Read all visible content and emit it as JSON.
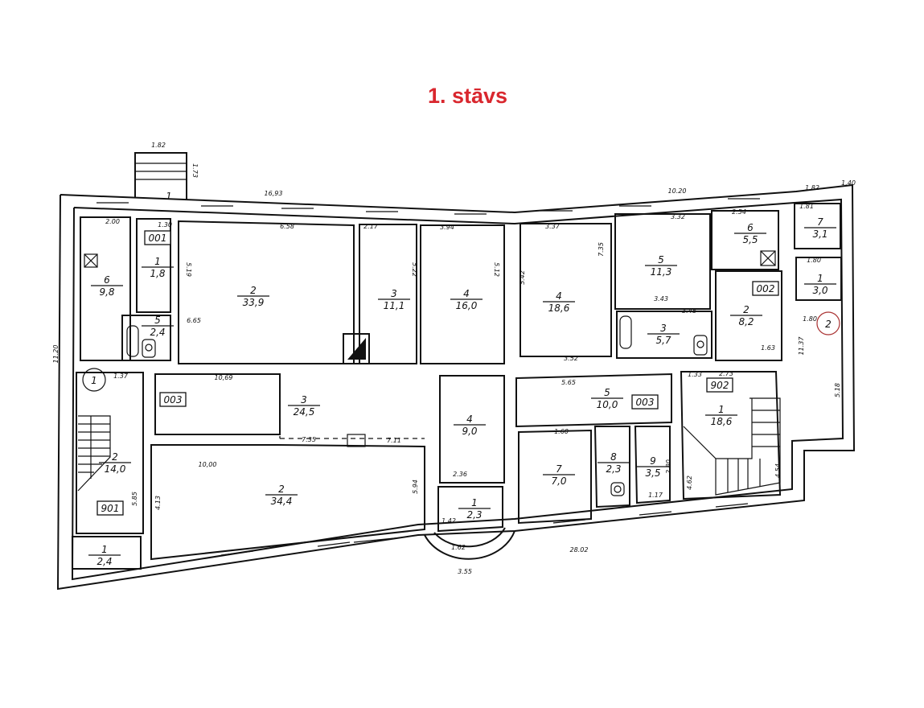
{
  "title": "1. stāvs",
  "rooms": [
    {
      "num": "6",
      "area": "9,8"
    },
    {
      "num": "1",
      "area": "1,8"
    },
    {
      "num": "5",
      "area": "2,4"
    },
    {
      "num": "2",
      "area": "33,9"
    },
    {
      "num": "3",
      "area": "11,1"
    },
    {
      "num": "4",
      "area": "16,0"
    },
    {
      "num": "4",
      "area": "18,6"
    },
    {
      "num": "5",
      "area": "11,3"
    },
    {
      "num": "3",
      "area": "5,7"
    },
    {
      "num": "6",
      "area": "5,5"
    },
    {
      "num": "7",
      "area": "3,1"
    },
    {
      "num": "1",
      "area": "3,0"
    },
    {
      "num": "2",
      "area": "8,2"
    },
    {
      "num": "2",
      "area": "14,0"
    },
    {
      "num": "1",
      "area": "2,4"
    },
    {
      "num": "3",
      "area": "24,5"
    },
    {
      "num": "2",
      "area": "34,4"
    },
    {
      "num": "4",
      "area": "9,0"
    },
    {
      "num": "1",
      "area": "2,3"
    },
    {
      "num": "5",
      "area": "10,0"
    },
    {
      "num": "7",
      "area": "7,0"
    },
    {
      "num": "8",
      "area": "2,3"
    },
    {
      "num": "9",
      "area": "3,5"
    },
    {
      "num": "1",
      "area": "18,6"
    }
  ],
  "units": [
    "001",
    "002",
    "003",
    "003",
    "901",
    "902"
  ],
  "entrances": [
    "1",
    "2",
    "1"
  ],
  "dimensions": [
    "1.82",
    "1.73",
    "16,93",
    "10.20",
    "1.82",
    "1.40",
    "2.00",
    "1.30",
    "6.58",
    "2.17",
    "3.94",
    "3.37",
    "3.32",
    "2.54",
    "1.81",
    "11.20",
    "5.19",
    "6.65",
    "5.22",
    "5.12",
    "5.42",
    "7.35",
    "3.43",
    "3.48",
    "3.52",
    "1.63",
    "11.37",
    "5.18",
    "1.80",
    "1.80",
    "10,69",
    "1.37",
    "7.35",
    "7.11",
    "10,00",
    "4.13",
    "5.85",
    "5.94",
    "2.36",
    "1.42",
    "1.62",
    "3.55",
    "5.65",
    "1.33",
    "2.73",
    "1.60",
    "1.17",
    "2.80",
    "4.62",
    "4.54",
    "28.02"
  ]
}
